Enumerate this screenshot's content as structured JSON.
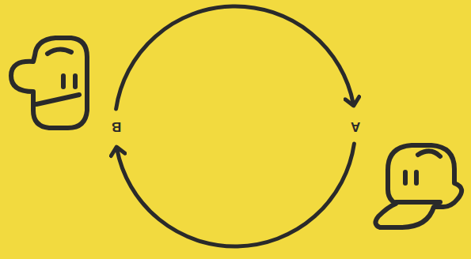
{
  "diagram": {
    "nodes": [
      {
        "text": [
          "B"
        ]
      },
      {
        "text": [
          "A"
        ]
      }
    ],
    "edges": [
      {
        "from": 0,
        "to": 1,
        "arrow": "to"
      },
      {
        "from": 1,
        "to": 0,
        "arrow": "to"
      }
    ]
  }
}
